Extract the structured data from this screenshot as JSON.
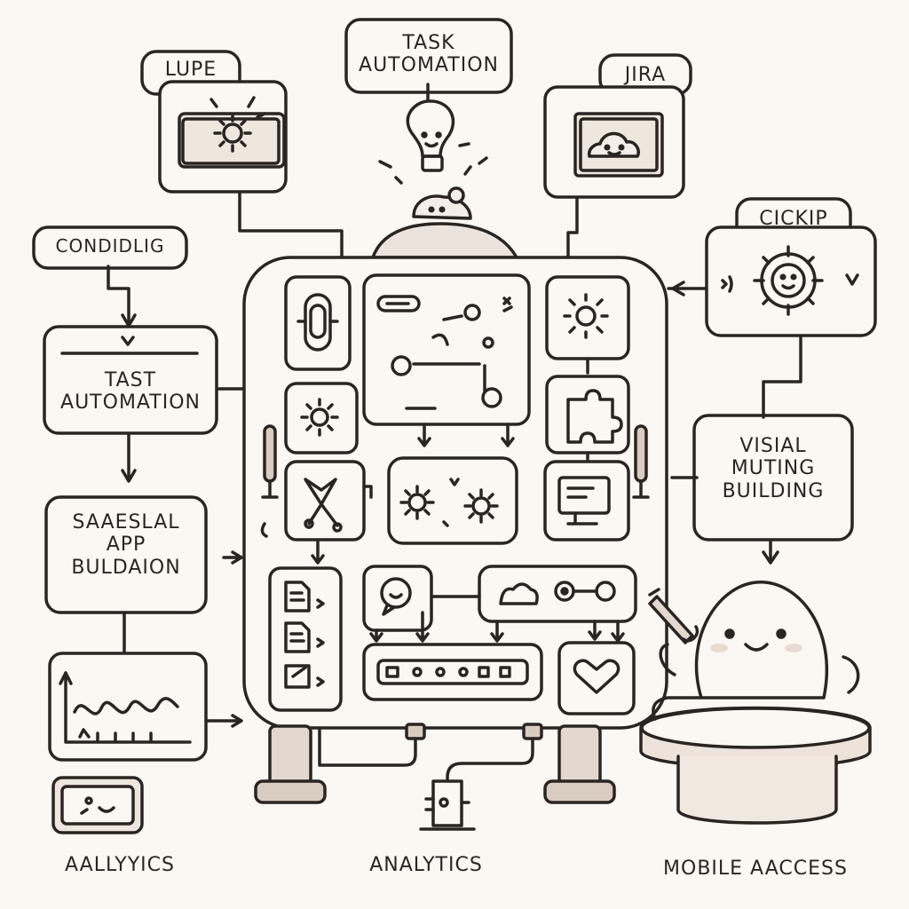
{
  "boxes": {
    "lupe": "LUPE",
    "task_automation_top": [
      "TASK",
      "AUTOMATION"
    ],
    "jira": "JIRA",
    "cickip": "CICKIP",
    "condidlig": "CONDIDLIG",
    "tast_automation": [
      "TAST",
      "AUTOMATION"
    ],
    "saaeslal": [
      "SAAESLAL",
      "APP",
      "BULDAION"
    ],
    "visual": [
      "VISIAL",
      "MUTING",
      "BUILDING"
    ]
  },
  "footer": {
    "left": "AALLYYICS",
    "center": "ANALYTICS",
    "right": "MOBILE AACCESS"
  },
  "colors": {
    "ink": "#2a2522",
    "paper": "#fbf8f4",
    "shade": "#e8ddd4",
    "accent": "#c9a9a0"
  },
  "icons": [
    "gear-icon",
    "lightbulb-icon",
    "cloud-face-icon",
    "puzzle-icon",
    "monitor-icon",
    "heart-icon",
    "chat-icon",
    "document-icon",
    "line-chart-icon",
    "tablet-icon",
    "pencil-icon",
    "mascot-icon"
  ]
}
